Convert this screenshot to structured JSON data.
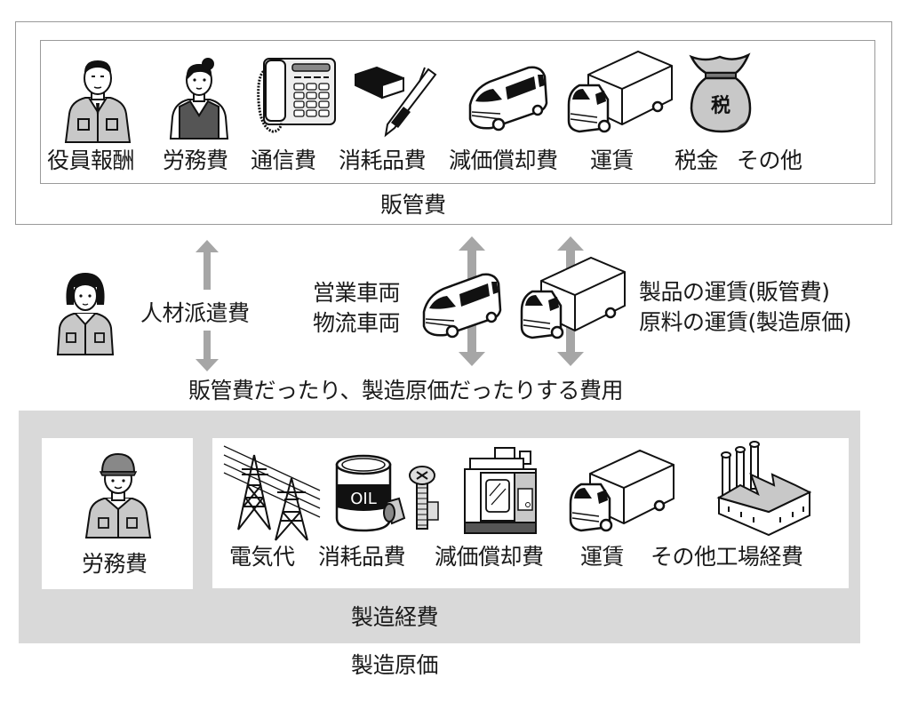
{
  "sga": {
    "title": "販管費",
    "items": [
      {
        "label": "役員報酬",
        "icon": "executive-man-icon"
      },
      {
        "label": "労務費",
        "icon": "office-woman-icon"
      },
      {
        "label": "通信費",
        "icon": "telephone-icon"
      },
      {
        "label": "消耗品費",
        "icon": "eraser-pen-icon"
      },
      {
        "label": "減価償却費",
        "icon": "van-icon"
      },
      {
        "label": "運賃",
        "icon": "truck-icon"
      },
      {
        "label": "税金",
        "icon": "tax-bag-icon",
        "badge": "税"
      },
      {
        "label": "その他",
        "icon": ""
      }
    ]
  },
  "middle": {
    "staffing_label": "人材派遣費",
    "vehicle_lines": [
      "営業車両",
      "物流車両"
    ],
    "freight_lines": [
      "製品の運賃(販管費)",
      "原料の運賃(製造原価)"
    ],
    "caption": "販管費だったり、製造原価だったりする費用"
  },
  "manufacturing": {
    "labor": {
      "label": "労務費",
      "icon": "factory-worker-icon"
    },
    "overhead_title": "製造経費",
    "overhead_items": [
      {
        "label": "電気代",
        "icon": "power-tower-icon"
      },
      {
        "label": "消耗品費",
        "icon": "oil-can-bolt-icon",
        "badge": "OIL"
      },
      {
        "label": "減価償却費",
        "icon": "machine-tool-icon"
      },
      {
        "label": "運賃",
        "icon": "truck-icon"
      },
      {
        "label": "その他工場経費",
        "icon": "factory-icon"
      }
    ],
    "total_title": "製造原価"
  },
  "colors": {
    "arrow": "#a6a6a6",
    "box_border": "#9a9a9a",
    "manufacturing_bg": "#d9d9d9",
    "uniform_gray": "#c8c8c8"
  }
}
